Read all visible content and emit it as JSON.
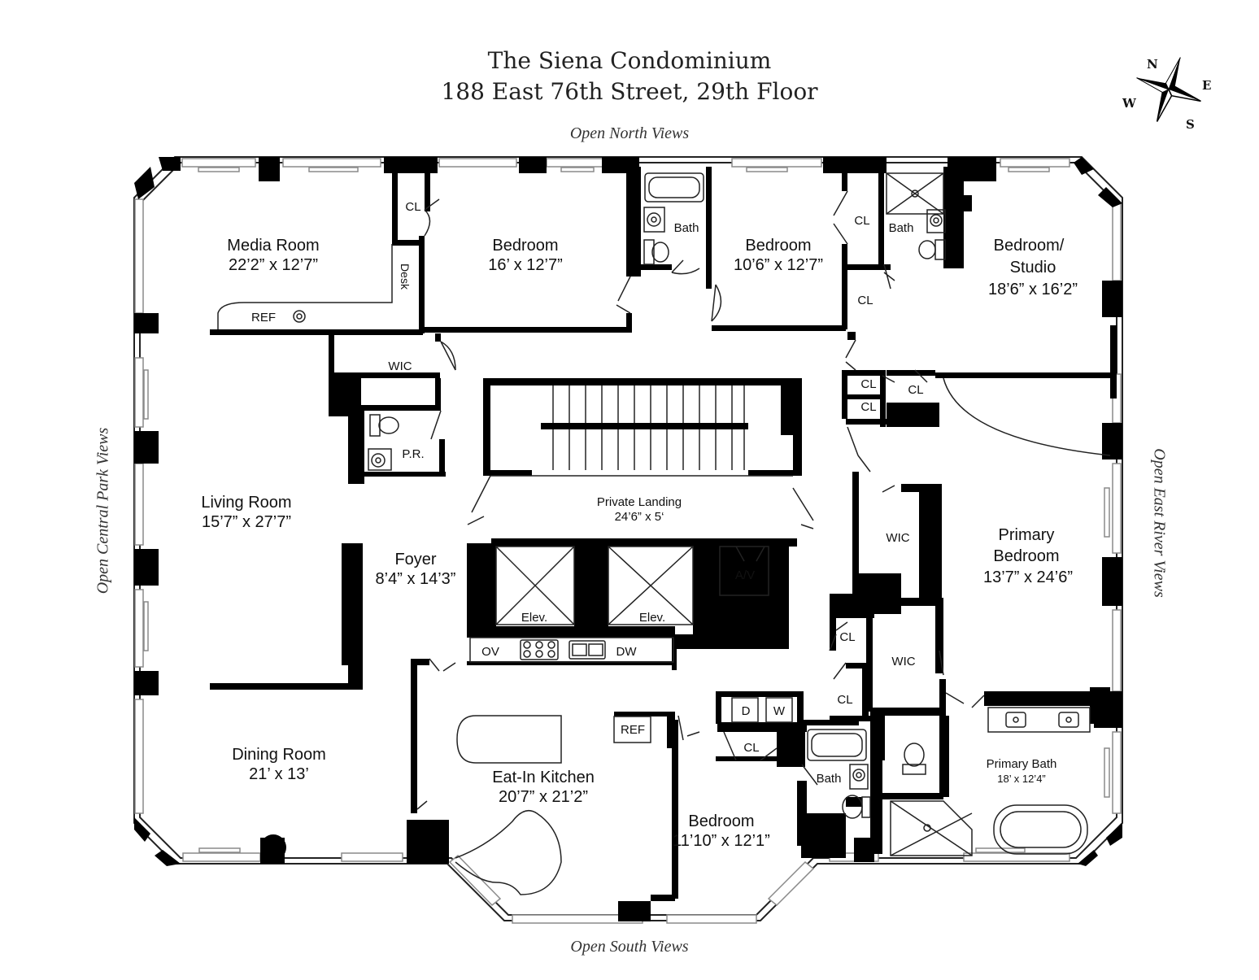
{
  "title": {
    "line1": "The Siena Condominium",
    "line2": "188 East 76th Street, 29th Floor"
  },
  "views": {
    "north": "Open North Views",
    "south": "Open South Views",
    "west": "Open Central Park Views",
    "east": "Open East River Views"
  },
  "compass": {
    "n": "N",
    "e": "E",
    "s": "S",
    "w": "W"
  },
  "rooms": {
    "media_room": {
      "name": "Media Room",
      "size": "22’2” x 12’7”"
    },
    "bedroom_north": {
      "name": "Bedroom",
      "size": "16’ x 12’7”"
    },
    "bedroom_mid": {
      "name": "Bedroom",
      "size": "10’6” x 12’7”"
    },
    "bedroom_studio": {
      "name": "Bedroom/",
      "name2": "Studio",
      "size": "18’6” x 16’2”"
    },
    "living_room": {
      "name": "Living Room",
      "size": "15’7” x 27’7”"
    },
    "private_landing": {
      "name": "Private Landing",
      "size": "24’6” x 5‘"
    },
    "foyer": {
      "name": "Foyer",
      "size": "8’4” x 14’3”"
    },
    "primary_bedroom": {
      "name": "Primary",
      "name2": "Bedroom",
      "size": "13’7” x 24’6”"
    },
    "dining_room": {
      "name": "Dining Room",
      "size": "21’ x 13’"
    },
    "kitchen": {
      "name": "Eat-In Kitchen",
      "size": "20’7” x 21’2”"
    },
    "bedroom_south": {
      "name": "Bedroom",
      "size": "11’10” x 12’1”"
    },
    "primary_bath": {
      "name": "Primary Bath",
      "size": "18’ x 12’4”"
    }
  },
  "labels": {
    "cl": "CL",
    "bath": "Bath",
    "desk": "Desk",
    "ref": "REF",
    "wic": "WIC",
    "pr": "P.R.",
    "elev": "Elev.",
    "av": "A/V",
    "ov": "OV",
    "dw": "DW",
    "d": "D",
    "w": "W"
  },
  "colors": {
    "wall": "#000000",
    "line": "#222222",
    "window": "#9a9a9a",
    "background": "#ffffff"
  }
}
